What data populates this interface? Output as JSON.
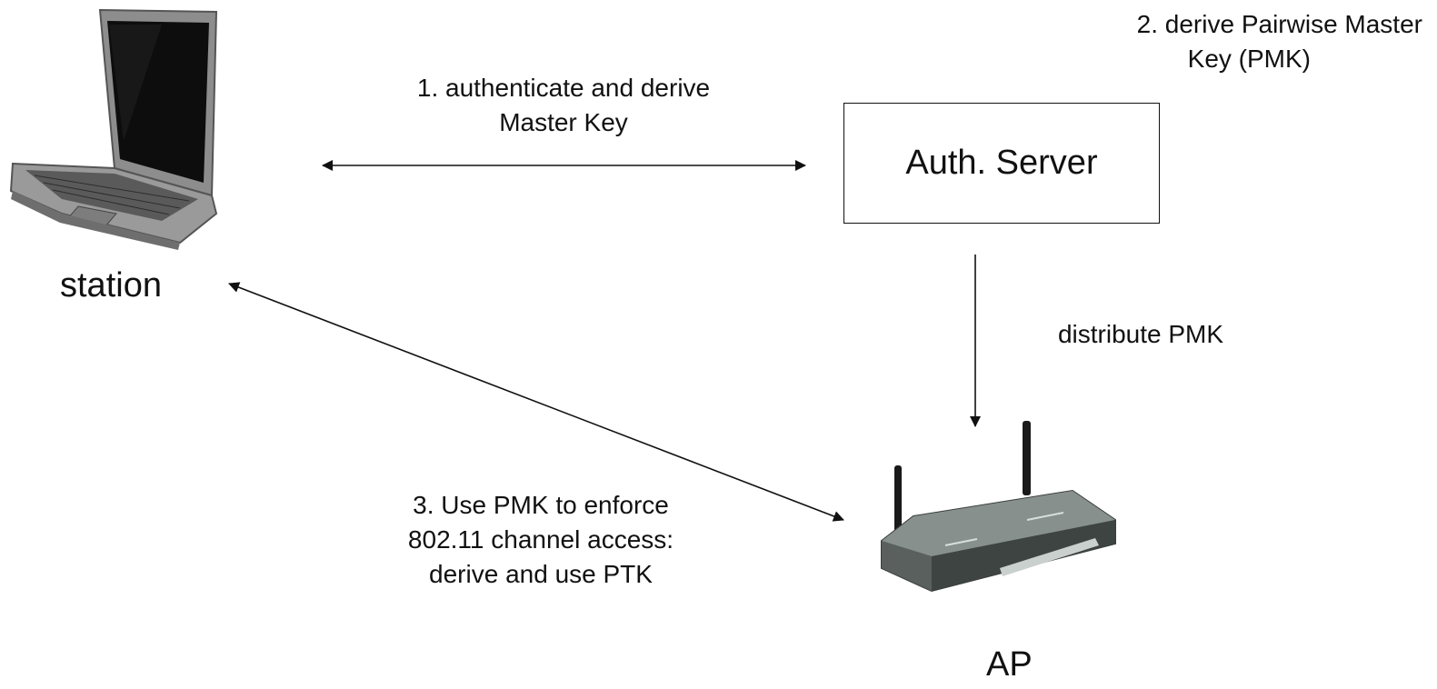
{
  "nodes": {
    "station": "station",
    "auth_server": "Auth. Server",
    "ap": "AP"
  },
  "steps": {
    "step1": [
      "1. authenticate and derive",
      "Master Key"
    ],
    "step2": [
      "2. derive Pairwise Master",
      "Key (PMK)"
    ],
    "distribute": "distribute PMK",
    "step3": [
      "3. Use PMK to enforce",
      "802.11 channel access:",
      "derive and use PTK"
    ]
  },
  "colors": {
    "line": "#111111",
    "laptop_body": "#8a8a8a",
    "laptop_screen": "#0b0b0b",
    "router_body": "#6f7674"
  },
  "icons": {
    "station": "laptop-icon",
    "ap": "wireless-router-icon"
  }
}
